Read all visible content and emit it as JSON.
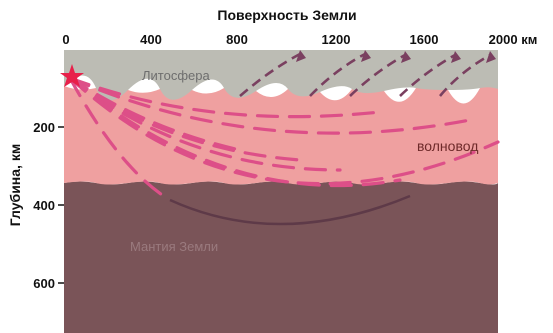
{
  "figure": {
    "top_axis_title": "Поверхность Земли",
    "top_axis_ticks": [
      "0",
      "400",
      "800",
      "1200",
      "1600",
      "2000 км"
    ],
    "left_axis_title": "Глубина, км",
    "left_axis_ticks": [
      "200",
      "400",
      "600"
    ],
    "layers": {
      "lithosphere": "Литосфера",
      "waveguide": "волновод",
      "mantle": "Мантия Земли"
    },
    "colors": {
      "lithosphere": "#bcbcb4",
      "waveguide": "#efa0a0",
      "mantle": "#7a5458",
      "ray": "#dd4f88",
      "source": "#e8204a"
    },
    "source_icon": "star-icon"
  }
}
